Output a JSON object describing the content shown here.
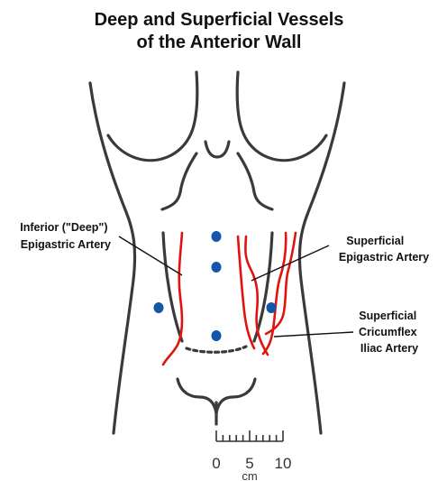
{
  "title": {
    "line1": "Deep and Superficial Vessels",
    "line2": "of the Anterior Wall"
  },
  "labels": {
    "inferior_deep": [
      "Inferior (\"Deep\")",
      "Epigastric Artery"
    ],
    "superficial_epigastric": [
      "Superficial",
      "Epigastric Artery"
    ],
    "superficial_circumflex": [
      "Superficial",
      "Cricumflex",
      "Iliac Artery"
    ]
  },
  "scale": {
    "ticks": [
      "0",
      "5",
      "10"
    ],
    "unit": "cm"
  },
  "colors": {
    "outline": "#3a3a3a",
    "vessel": "#e0140f",
    "port": "#1456a8",
    "text": "#111111"
  }
}
